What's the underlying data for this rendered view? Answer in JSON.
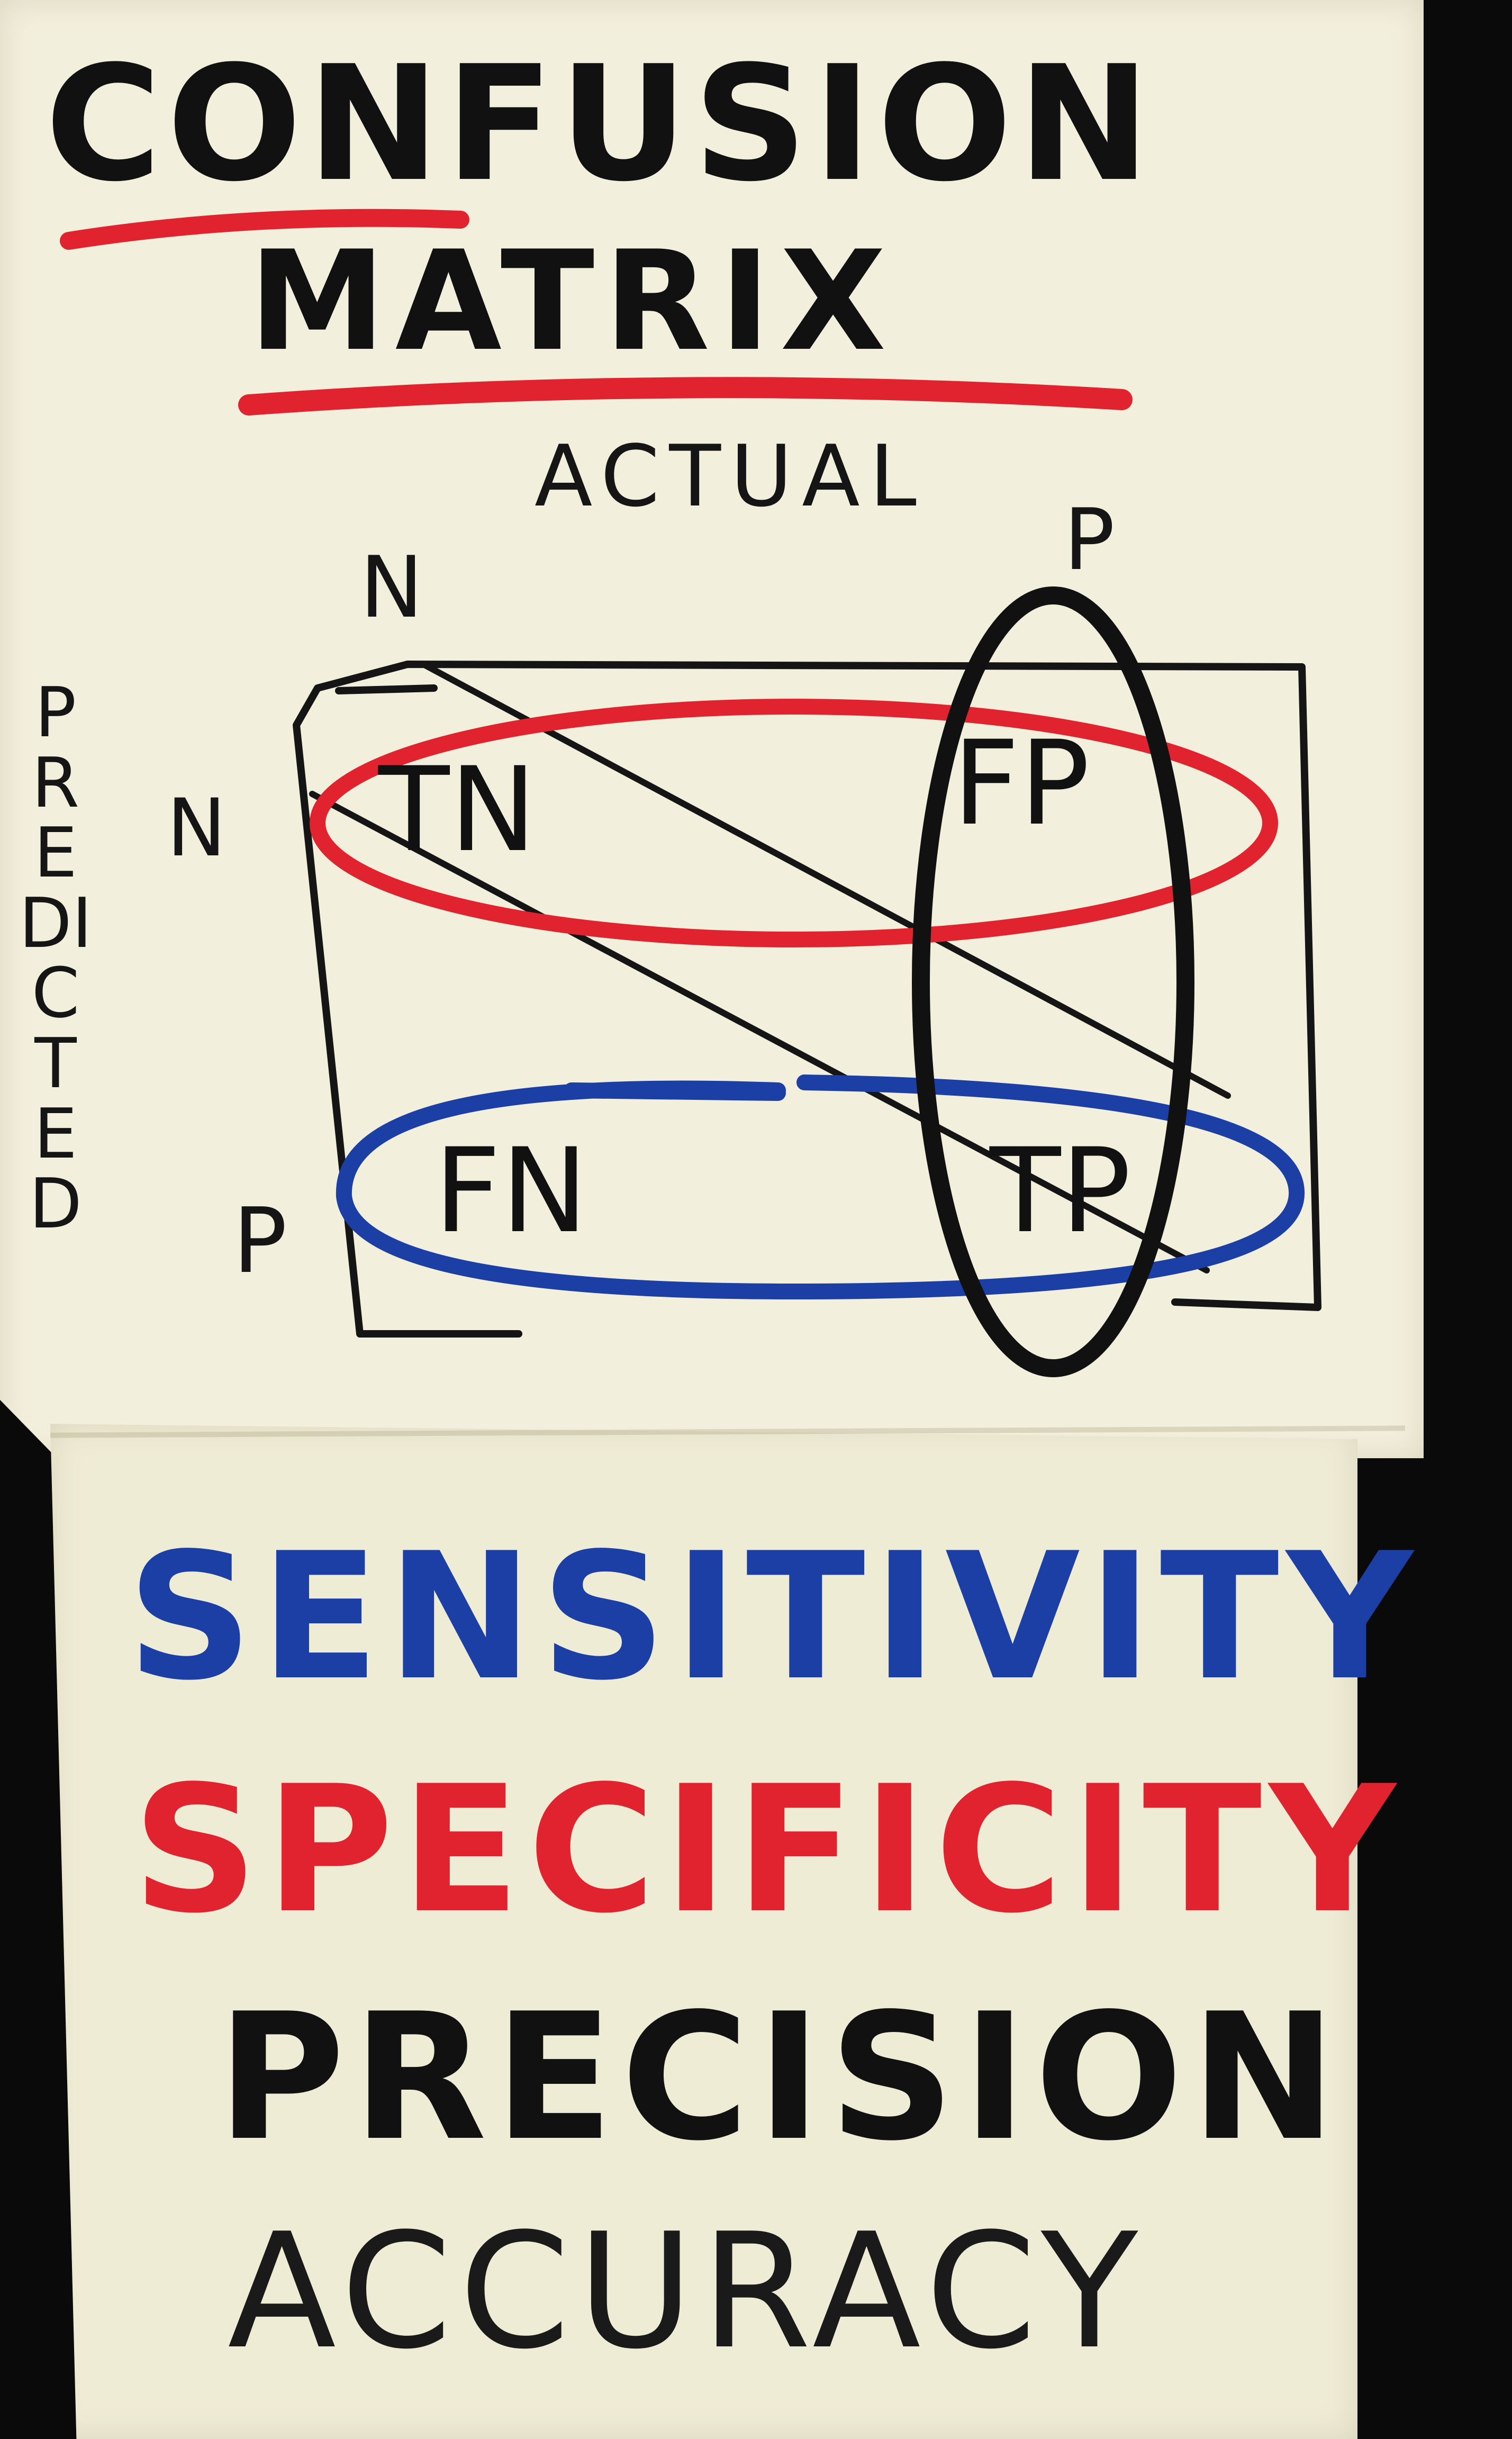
{
  "title": {
    "line1": "CONFUSION",
    "line2": "MATRIX"
  },
  "matrix": {
    "axis_actual": "ACTUAL",
    "axis_predicted": "PREDICTED",
    "actual_n": "N",
    "actual_p": "P",
    "predicted_n": "N",
    "predicted_p": "P",
    "cells": {
      "tn": "TN",
      "fp": "FP",
      "fn": "FN",
      "tp": "TP"
    }
  },
  "terms": {
    "sensitivity": "SENSITIVITY",
    "specificity": "SPECIFICITY",
    "precision": "PRECISION",
    "accuracy": "ACCURACY"
  },
  "colors": {
    "black_marker": "#111111",
    "red_marker": "#e0232f",
    "blue_marker": "#1c3fa6",
    "paper": "#f2efdc",
    "background": "#0a0a0a"
  }
}
